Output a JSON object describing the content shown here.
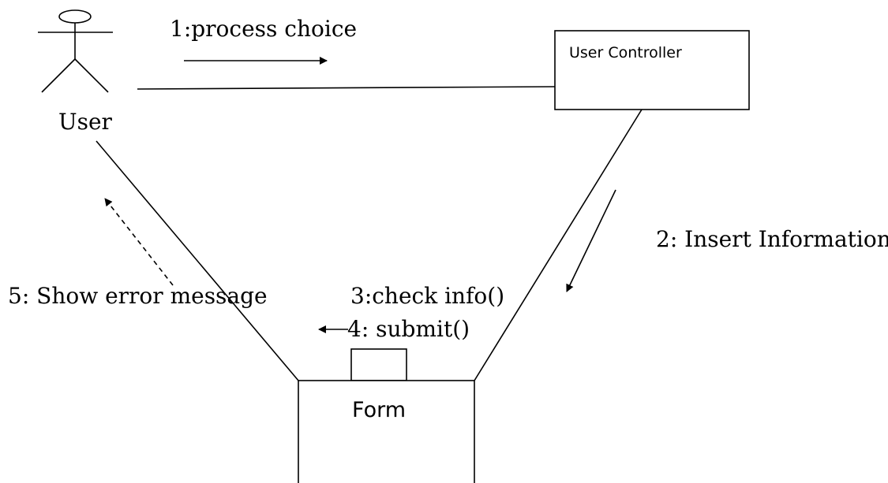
{
  "diagram": {
    "actor": {
      "label": "User",
      "icon": "stick-figure-icon"
    },
    "controller": {
      "label": "User Controller"
    },
    "form": {
      "label": "Form"
    },
    "messages": {
      "m1": "1:process choice",
      "m2": "2: Insert Information",
      "m3": "3:check info()",
      "m4": "4: submit()",
      "m5": "5: Show error message"
    },
    "colors": {
      "stroke": "#000000",
      "background": "#ffffff"
    }
  }
}
